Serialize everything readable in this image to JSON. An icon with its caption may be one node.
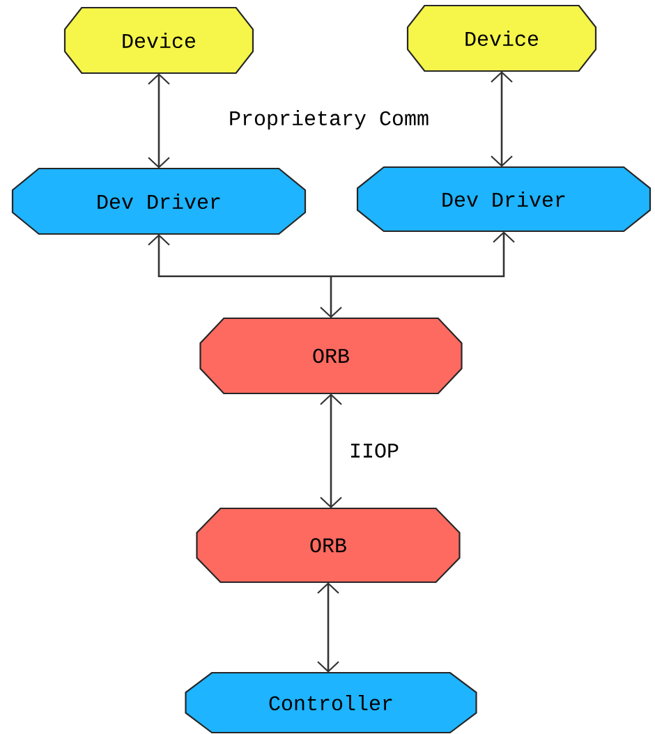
{
  "diagram": {
    "nodes": [
      {
        "text": [
          "Device"
        ]
      },
      {
        "text": [
          "Device"
        ]
      },
      {
        "text": [
          "Dev Driver"
        ]
      },
      {
        "text": [
          "Dev Driver"
        ]
      },
      {
        "text": [
          "ORB"
        ]
      },
      {
        "text": [
          "ORB"
        ]
      },
      {
        "text": [
          "Controller"
        ]
      }
    ],
    "edges": [
      {
        "from": 0,
        "to": 2,
        "arrow": "both"
      },
      {
        "from": 1,
        "to": 3,
        "arrow": "both"
      },
      {
        "from": 2,
        "to": 4,
        "arrow": "both"
      },
      {
        "from": 3,
        "to": 4,
        "arrow": "both"
      },
      {
        "from": 4,
        "to": 5,
        "arrow": "both",
        "label": "IIOP"
      },
      {
        "from": 5,
        "to": 6,
        "arrow": "both"
      }
    ],
    "labels": [
      "Proprietary Comm"
    ]
  }
}
